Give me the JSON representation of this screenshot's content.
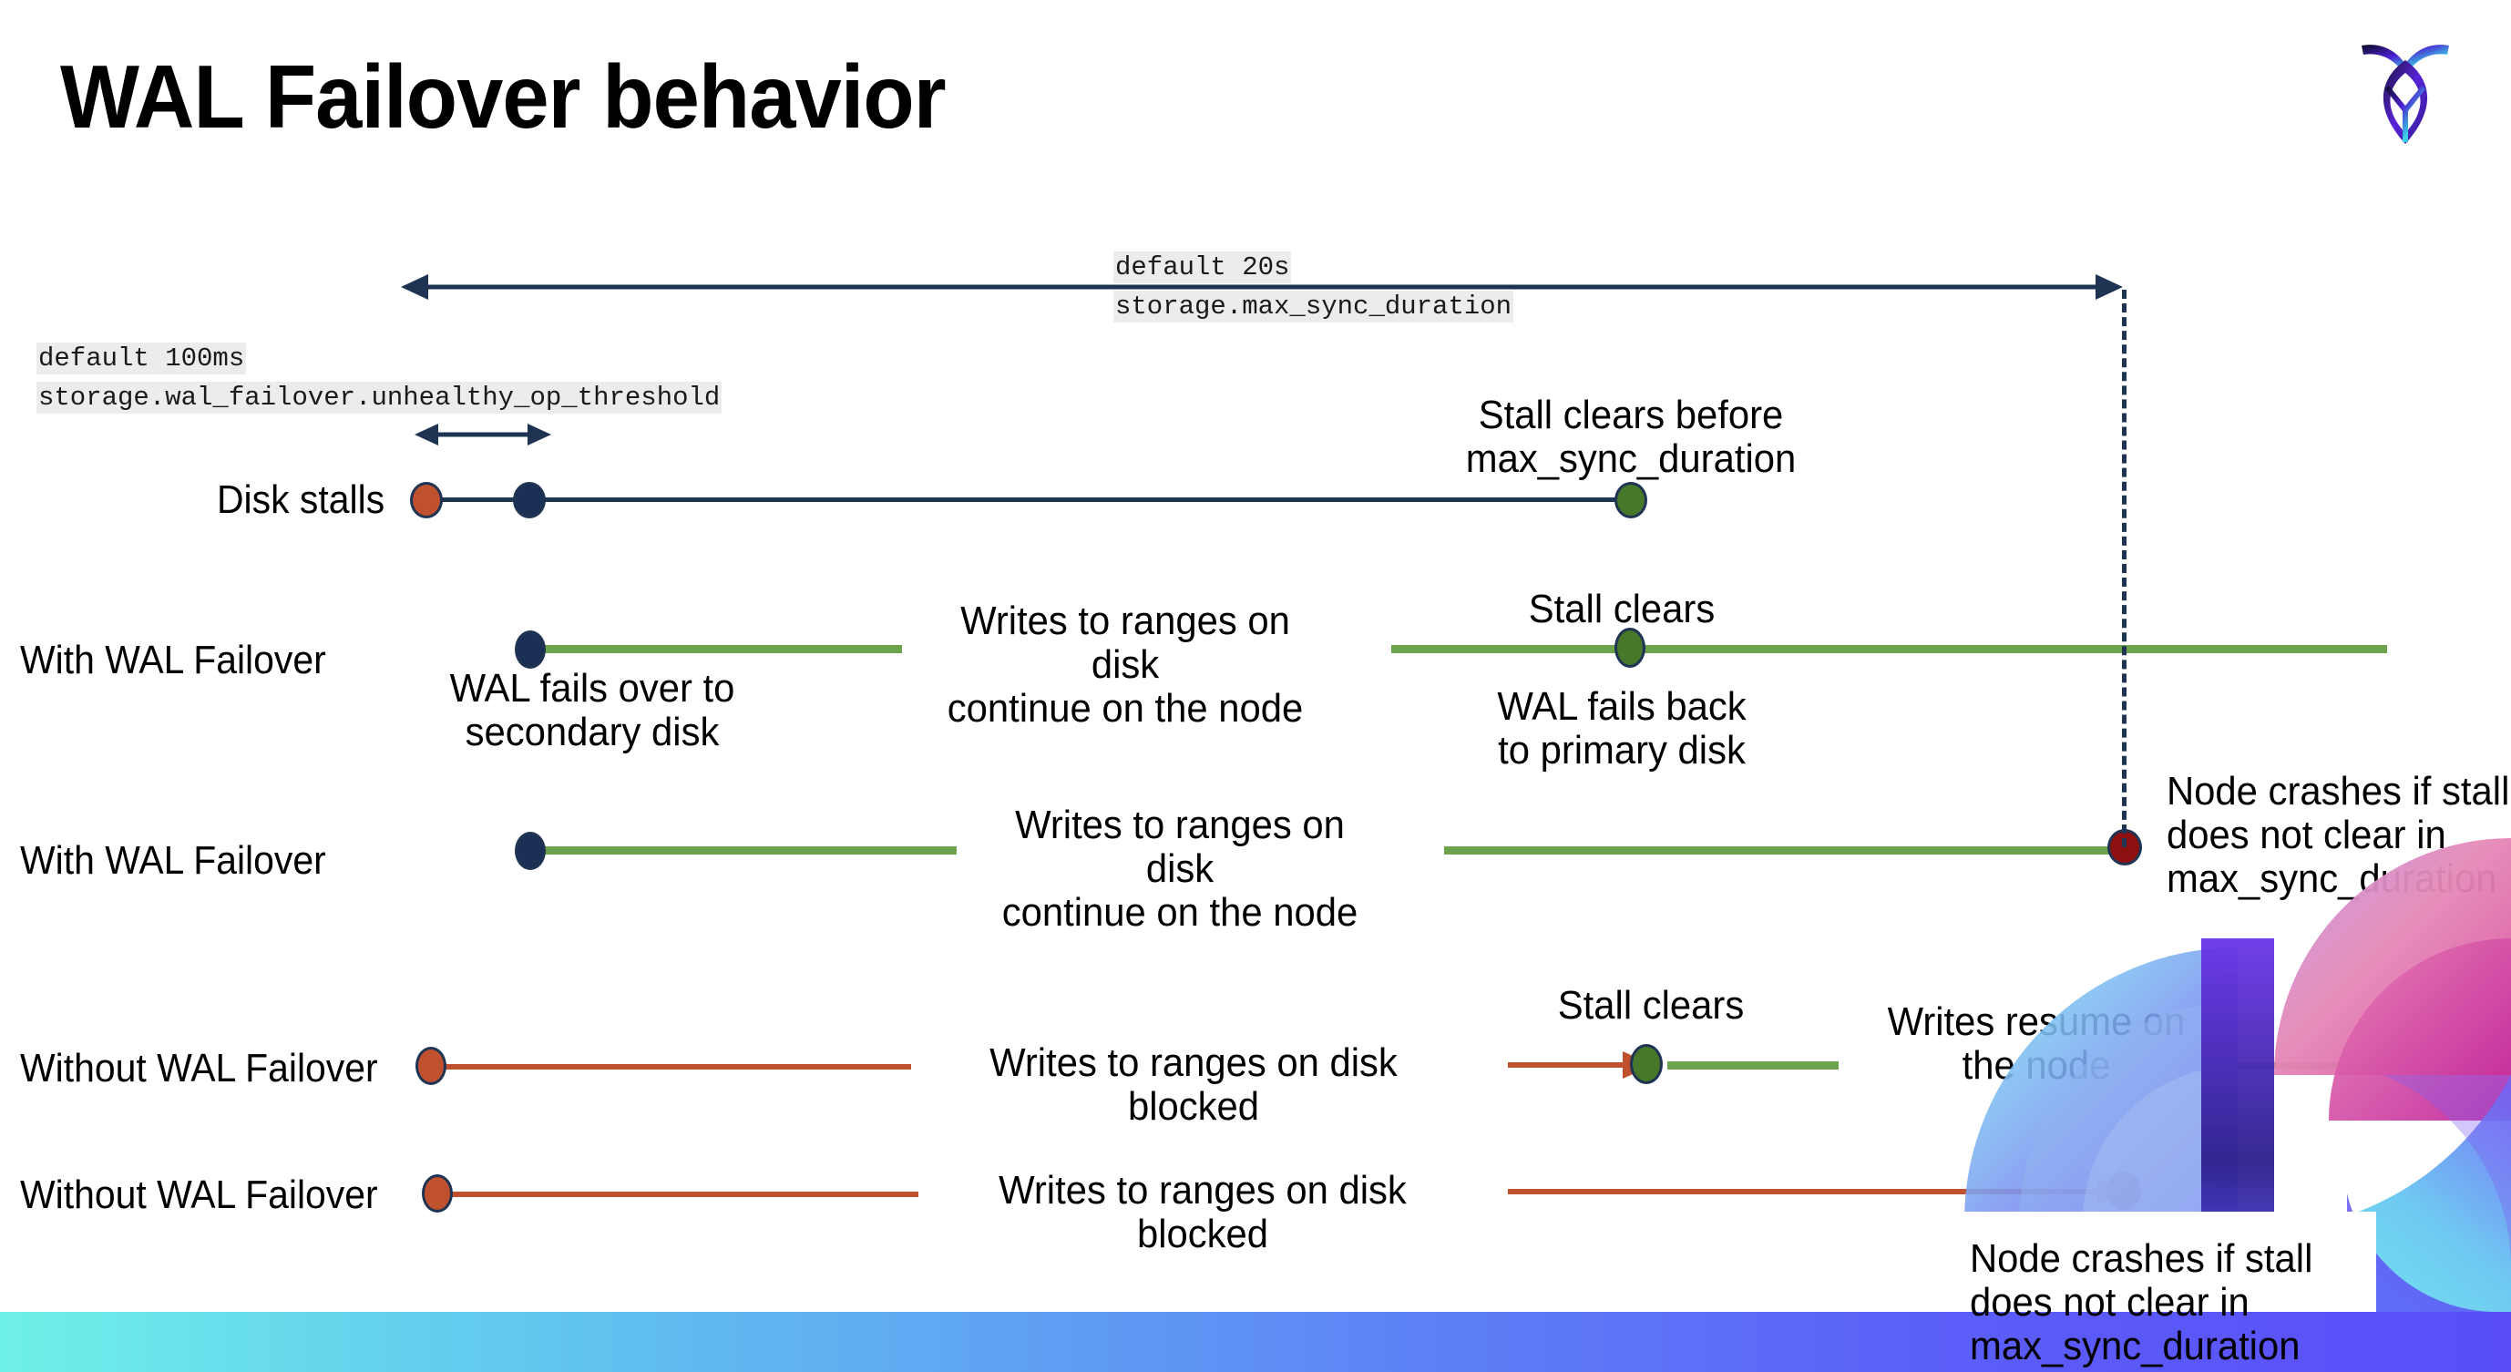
{
  "slide": {
    "title": "WAL Failover behavior",
    "logo_name": "cockroachdb-logo"
  },
  "settings": {
    "max_sync": {
      "default_line": "default 20s",
      "setting_line": "storage.max_sync_duration"
    },
    "unhealthy_op": {
      "default_line": "default 100ms",
      "setting_line": "storage.wal_failover.unhealthy_op_threshold"
    }
  },
  "rows": [
    {
      "label": "Disk stalls",
      "annotation": "Stall clears before\nmax_sync_duration"
    },
    {
      "label": "With WAL Failover",
      "note_start": "WAL fails over to\nsecondary disk",
      "note_mid": "Writes to ranges on disk\ncontinue on the node",
      "note_clear": "Stall clears",
      "note_end": "WAL fails  back\nto primary disk"
    },
    {
      "label": "With WAL Failover",
      "note_mid": "Writes to ranges on disk\ncontinue on the node",
      "note_crash": "Node crashes if stall\ndoes not clear in\nmax_sync_duration"
    },
    {
      "label": "Without WAL Failover",
      "note_mid": "Writes to ranges on disk  blocked",
      "note_clear": "Stall clears",
      "note_resume": "Writes resume on\nthe node"
    },
    {
      "label": "Without WAL Failover",
      "note_mid": "Writes to ranges on disk  blocked",
      "note_crash": "Node crashes if stall\ndoes not clear in\nmax_sync_duration"
    }
  ],
  "legend_texts": {
    "stall_clears_before": "Stall clears before\nmax_sync_duration",
    "wal_fails_over": "WAL fails over to\nsecondary disk",
    "writes_continue": "Writes to ranges on disk\ncontinue on the node",
    "stall_clears": "Stall clears",
    "wal_fails_back": "WAL fails  back\nto primary disk",
    "node_crashes": "Node crashes if stall\ndoes not clear in\nmax_sync_duration",
    "writes_blocked": "Writes to ranges on disk  blocked",
    "writes_resume": "Writes resume on\nthe node"
  },
  "colors": {
    "navy": "#1f3353",
    "green": "#6da34d",
    "green_dot": "#477729",
    "red": "#c0512f",
    "dark_red": "#8d1010",
    "code_bg": "#ececec"
  }
}
